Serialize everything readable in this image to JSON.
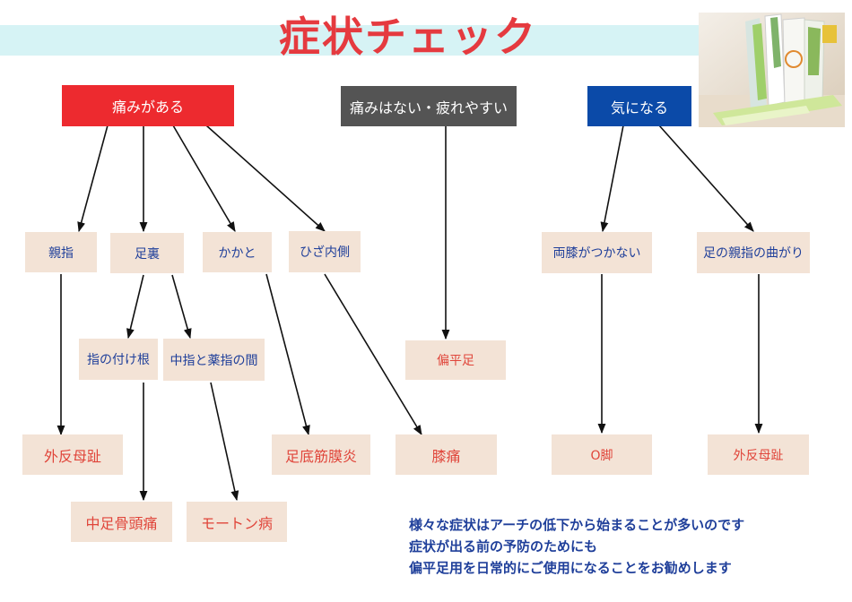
{
  "title": "症状チェック",
  "headers": {
    "pain": "痛みがある",
    "no_pain": "痛みはない・疲れやすい",
    "concern": "気になる"
  },
  "symptoms": {
    "big_toe": "親指",
    "sole": "足裏",
    "heel": "かかと",
    "inner_knee": "ひざ内側",
    "toe_base": "指の付け根",
    "between_toes": "中指と薬指の間",
    "knees_apart": "両膝がつかない",
    "toe_bend": "足の親指の曲がり"
  },
  "conditions": {
    "hallux_valgus": "外反母趾",
    "flat_foot": "偏平足",
    "plantar_fasciitis": "足底筋膜炎",
    "knee_pain": "膝痛",
    "o_legs": "O脚",
    "hallux_valgus_2": "外反母趾",
    "metatarsalgia": "中足骨頭痛",
    "morton": "モートン病"
  },
  "note": [
    "様々な症状はアーチの低下から始まることが多いのです",
    "症状が出る前の予防のためにも",
    "偏平足用を日常的にご使用になることをお勧めします"
  ],
  "colors": {
    "title": "#e53a3f",
    "header_red": "#ed2a2f",
    "header_gray": "#545454",
    "header_blue": "#0b4aa8",
    "box_fill": "#f3e3d6",
    "symptom_text": "#1f3f9a",
    "condition_text": "#e0453a",
    "band": "#d6f3f5"
  }
}
